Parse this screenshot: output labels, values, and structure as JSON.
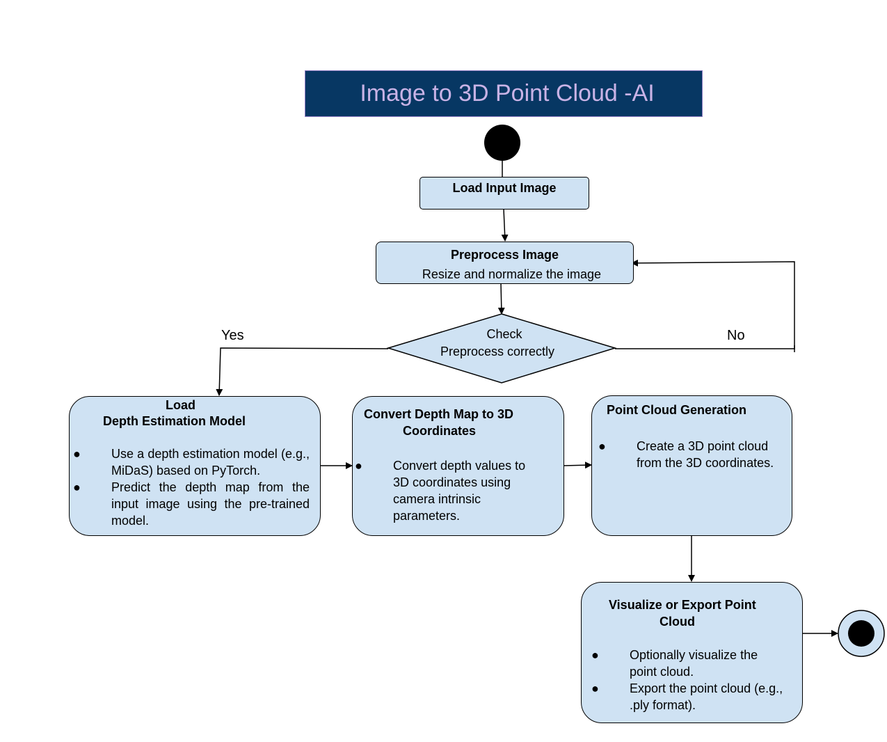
{
  "title": "Image to 3D Point Cloud -AI",
  "nodes": {
    "load_input": {
      "heading": "Load Input Image"
    },
    "preprocess": {
      "heading": "Preprocess Image",
      "sub": "Resize and normalize the image"
    },
    "decision": {
      "line1": "Check",
      "line2": "Preprocess correctly"
    },
    "depth_model": {
      "heading1": "Load",
      "heading2": "Depth Estimation Model",
      "bullets": [
        "Use a depth estimation model (e.g., MiDaS) based on PyTorch.",
        "Predict the depth map from the input image using the pre-trained model."
      ]
    },
    "convert": {
      "heading1": "Convert Depth Map to 3D",
      "heading2": "Coordinates",
      "bullets": [
        "Convert depth values to 3D coordinates using camera intrinsic parameters."
      ]
    },
    "point_cloud": {
      "heading": "Point Cloud Generation",
      "bullets": [
        "Create a 3D point cloud from the 3D coordinates."
      ]
    },
    "visualize": {
      "heading1": "Visualize or Export Point",
      "heading2": "Cloud",
      "bullets": [
        "Optionally visualize the point cloud.",
        "Export the point cloud (e.g., .ply format)."
      ]
    }
  },
  "edges": {
    "yes_label": "Yes",
    "no_label": "No"
  },
  "bullet_glyph": "●",
  "colors": {
    "title_bg": "#073763",
    "title_text": "#c9b3e6",
    "node_fill": "#cfe2f3"
  }
}
